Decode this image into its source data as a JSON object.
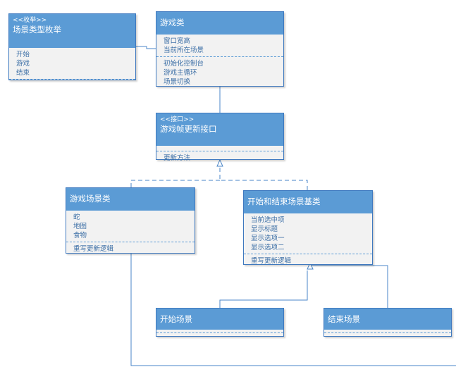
{
  "classes": {
    "scene_enum": {
      "stereotype": "<<枚举>>",
      "name": "场景类型枚举",
      "attributes": [
        "开始",
        "游戏",
        "结束"
      ],
      "methods": []
    },
    "game": {
      "name": "游戏类",
      "attributes": [
        "窗口宽高",
        "当前所在场景"
      ],
      "methods": [
        "初始化控制台",
        "游戏主循环",
        "场景切换"
      ]
    },
    "frame_update_interface": {
      "stereotype": "<<接口>>",
      "name": "游戏帧更新接口",
      "attributes": [],
      "methods": [
        "更新方法"
      ]
    },
    "game_scene": {
      "name": "游戏场景类",
      "attributes": [
        "蛇",
        "地图",
        "食物"
      ],
      "methods": [
        "重写更新逻辑"
      ]
    },
    "start_end_base": {
      "name": "开始和结束场景基类",
      "attributes": [
        "当前选中项",
        "显示标题",
        "显示选项一",
        "显示选项二"
      ],
      "methods": [
        "重写更新逻辑"
      ]
    },
    "start_scene": {
      "name": "开始场景",
      "attributes": [],
      "methods": []
    },
    "end_scene": {
      "name": "结束场景",
      "attributes": [],
      "methods": []
    }
  },
  "colors": {
    "header": "#5b9bd5",
    "border": "#3f79bf",
    "body": "#f2f2f2",
    "member_text": "#3c6fa6",
    "connector": "#4a86c8"
  },
  "relationships": [
    {
      "type": "association",
      "from": "scene_enum",
      "to": "game"
    },
    {
      "type": "association",
      "from": "game",
      "to": "frame_update_interface"
    },
    {
      "type": "realization",
      "from": "game_scene",
      "to": "frame_update_interface"
    },
    {
      "type": "realization",
      "from": "start_end_base",
      "to": "frame_update_interface"
    },
    {
      "type": "inheritance",
      "from": "start_scene",
      "to": "start_end_base"
    },
    {
      "type": "inheritance",
      "from": "end_scene",
      "to": "start_end_base"
    },
    {
      "type": "association",
      "from": "game_scene",
      "to": "end_scene"
    }
  ]
}
